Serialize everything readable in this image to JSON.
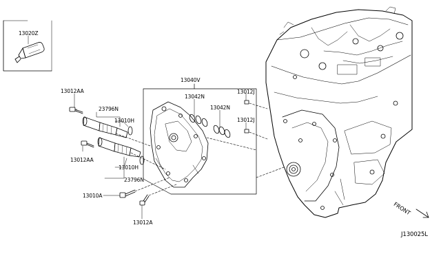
{
  "diagram_id": "J130025L",
  "front_label": "FRONT",
  "parts": {
    "p13020Z": "13020Z",
    "p13040V": "13040V",
    "p13042N_a": "13042N",
    "p13042N_b": "13042N",
    "p13012AA_top": "13012AA",
    "p13012AA_bot": "13012AA",
    "p23796N_top": "23796N",
    "p23796N_bot": "23796N",
    "p13010H_top": "13010H",
    "p13010H_bot": "13010H",
    "p13010A": "13010A",
    "p13012A": "13012A",
    "p13012J_top": "13012J",
    "p13012J_bot": "13012J"
  }
}
